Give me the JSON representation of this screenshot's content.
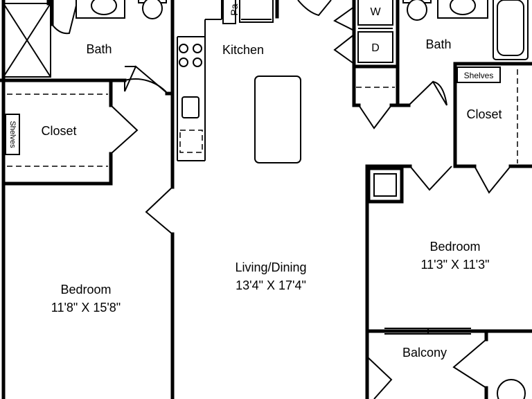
{
  "rooms": {
    "bath_left": "Bath",
    "bath_right": "Bath",
    "kitchen": "Kitchen",
    "pantry": "Pa",
    "washer": "W",
    "dryer": "D",
    "closet_left": "Closet",
    "shelves_left": "Shelves",
    "closet_right": "Closet",
    "shelves_right": "Shelves",
    "living_dining": {
      "name": "Living/Dining",
      "size": "13'4\" X 17'4\""
    },
    "bedroom_left": {
      "name": "Bedroom",
      "size": "11'8\" X 15'8\""
    },
    "bedroom_right": {
      "name": "Bedroom",
      "size": "11'3\" X 11'3\""
    },
    "balcony": "Balcony"
  }
}
